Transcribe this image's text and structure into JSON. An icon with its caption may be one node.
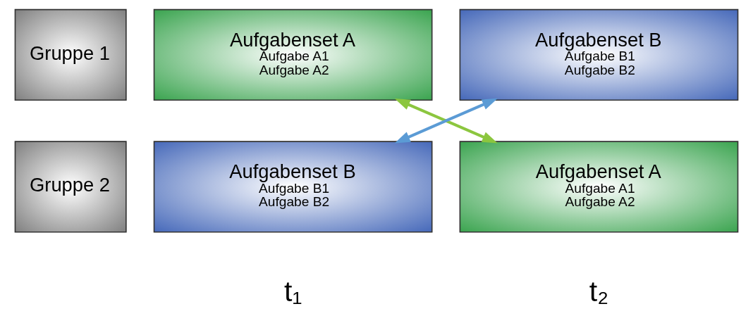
{
  "diagram": {
    "nodes": [
      {
        "text": [
          "Gruppe 1"
        ]
      },
      {
        "text": [
          "Aufgabenset A",
          "Aufgabe A1",
          "Aufgabe A2"
        ]
      },
      {
        "text": [
          "Aufgabenset B",
          "Aufgabe B1",
          "Aufgabe B2"
        ]
      },
      {
        "text": [
          "Gruppe 2"
        ]
      },
      {
        "text": [
          "Aufgabenset B",
          "Aufgabe B1",
          "Aufgabe B2"
        ]
      },
      {
        "text": [
          "Aufgabenset A",
          "Aufgabe A1",
          "Aufgabe A2"
        ]
      }
    ],
    "edges": [
      {
        "from": 1,
        "to": 5,
        "arrow": "both",
        "color": "#8cc63f"
      },
      {
        "from": 4,
        "to": 2,
        "arrow": "both",
        "color": "#5b9bd5"
      }
    ],
    "labels": [
      "t₁",
      "t₂"
    ]
  }
}
